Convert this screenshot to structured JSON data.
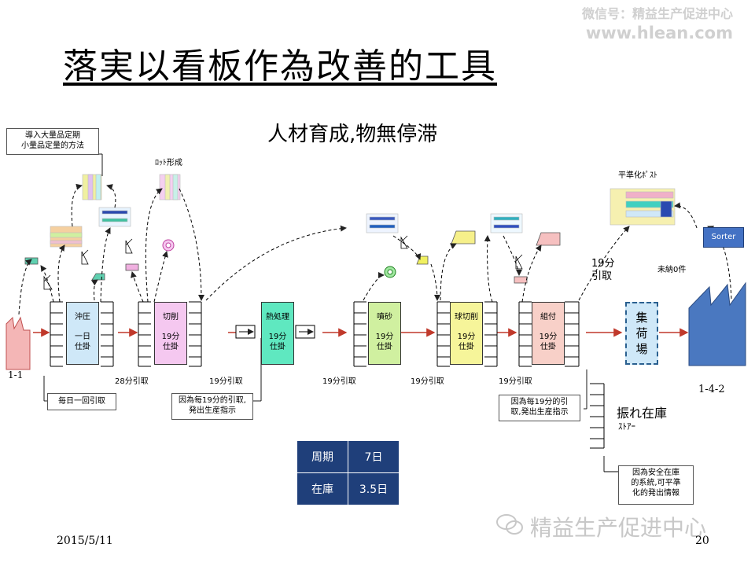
{
  "watermark": {
    "wechat": "微信号：精益生产促进中心",
    "site": "www.hlean.com",
    "brand": "精益生产促进中心"
  },
  "title": "落実以看板作為改善的工具",
  "subtitle": "人材育成,物無停滞",
  "notes": {
    "lot_method": "導入大量品定期\n小量品定量的方法",
    "lot_form": "ﾛｯﾄ形成",
    "leveling_post": "平準化ﾎﾟｽﾄ",
    "daily_pull": "毎日一回引取",
    "pull19_a": "因為每19分的引取,\n発出生産指示",
    "pull19_b": "因為每19分的引\n取,発出生産指示",
    "safety": "因為安全在庫\n的系統,可平準\n化的発出情報",
    "unpaid": "未納0件",
    "pull_19_right": "19分\n引取"
  },
  "sorter": "Sorter",
  "endpoints": {
    "left": "1-1",
    "right": "1-4-2"
  },
  "processes": [
    {
      "name": "沖圧",
      "stock": "一日\n仕掛",
      "color": "#cfe8f8"
    },
    {
      "name": "切削",
      "stock": "19分\n仕掛",
      "color": "#f5c8f0"
    },
    {
      "name": "熱処理",
      "stock": "19分\n仕掛",
      "color": "#5fe8c0"
    },
    {
      "name": "噴砂",
      "stock": "19分\n仕掛",
      "color": "#d0f0a0"
    },
    {
      "name": "球切削",
      "stock": "19分\n仕掛",
      "color": "#f6f59a"
    },
    {
      "name": "組付",
      "stock": "19分\n仕掛",
      "color": "#f8d0c8"
    }
  ],
  "pull_labels": [
    "28分引取",
    "19分引取",
    "19分引取",
    "19分引取",
    "19分引取"
  ],
  "shipping": "集\n荷\n場",
  "buffer": {
    "title": "振れ在庫",
    "sub": "ｽﾄｱｰ"
  },
  "kpi": [
    {
      "label": "周期",
      "value": "7日"
    },
    {
      "label": "在庫",
      "value": "3.5日"
    }
  ],
  "footer": {
    "date": "2015/5/11",
    "page": "20"
  }
}
